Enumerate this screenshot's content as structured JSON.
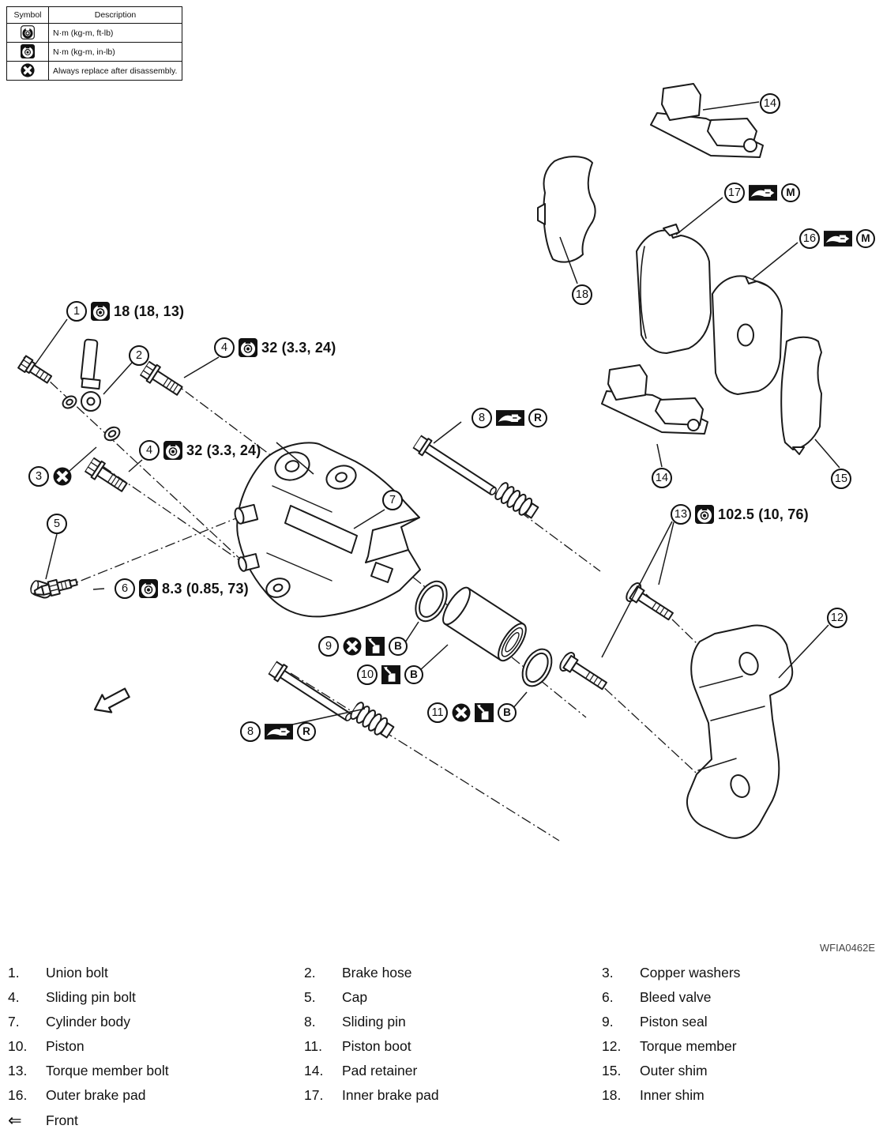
{
  "legend": {
    "headers": {
      "symbol": "Symbol",
      "description": "Description"
    },
    "rows": [
      {
        "icon": "torque-ftlb-icon",
        "description": "N·m (kg-m, ft-lb)"
      },
      {
        "icon": "torque-inlb-icon",
        "description": "N·m (kg-m, in-lb)"
      },
      {
        "icon": "replace-icon",
        "description": "Always replace after disassembly."
      }
    ]
  },
  "callouts": [
    {
      "number": "1",
      "torque": "18 (18, 13)"
    },
    {
      "number": "2"
    },
    {
      "number": "3"
    },
    {
      "number": "4",
      "torque": "32 (3.3, 24)"
    },
    {
      "number": "4",
      "torque": "32 (3.3, 24)"
    },
    {
      "number": "5"
    },
    {
      "number": "6",
      "torque": "8.3 (0.85, 73)"
    },
    {
      "number": "7"
    },
    {
      "number": "8",
      "letter": "R"
    },
    {
      "number": "8",
      "letter": "R"
    },
    {
      "number": "9",
      "letter": "B"
    },
    {
      "number": "10",
      "letter": "B"
    },
    {
      "number": "11",
      "letter": "B"
    },
    {
      "number": "12"
    },
    {
      "number": "13",
      "torque": "102.5 (10, 76)"
    },
    {
      "number": "14"
    },
    {
      "number": "14"
    },
    {
      "number": "15"
    },
    {
      "number": "16",
      "letter": "M"
    },
    {
      "number": "17",
      "letter": "M"
    },
    {
      "number": "18"
    }
  ],
  "parts_list": {
    "col1": [
      {
        "num": "1.",
        "name": "Union bolt"
      },
      {
        "num": "4.",
        "name": "Sliding pin bolt"
      },
      {
        "num": "7.",
        "name": "Cylinder body"
      },
      {
        "num": "10.",
        "name": "Piston"
      },
      {
        "num": "13.",
        "name": "Torque member bolt"
      },
      {
        "num": "16.",
        "name": "Outer brake pad"
      }
    ],
    "col2": [
      {
        "num": "2.",
        "name": "Brake hose"
      },
      {
        "num": "5.",
        "name": "Cap"
      },
      {
        "num": "8.",
        "name": "Sliding pin"
      },
      {
        "num": "11.",
        "name": "Piston boot"
      },
      {
        "num": "14.",
        "name": "Pad retainer"
      },
      {
        "num": "17.",
        "name": "Inner brake pad"
      }
    ],
    "col3": [
      {
        "num": "3.",
        "name": "Copper washers"
      },
      {
        "num": "6.",
        "name": "Bleed valve"
      },
      {
        "num": "9.",
        "name": "Piston seal"
      },
      {
        "num": "12.",
        "name": "Torque member"
      },
      {
        "num": "15.",
        "name": "Outer shim"
      },
      {
        "num": "18.",
        "name": "Inner shim"
      }
    ],
    "front": {
      "arrow": "⇐",
      "label": "Front"
    }
  },
  "watermark": "WFIA0462E"
}
